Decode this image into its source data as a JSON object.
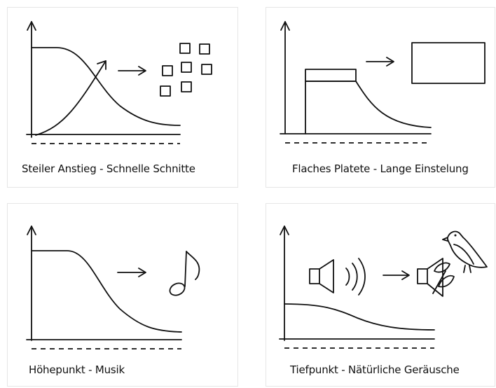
{
  "panels": [
    {
      "caption": "Steiler Anstieg - Schnelle Schnitte"
    },
    {
      "caption": "Flaches Platete - Lange Einstelung"
    },
    {
      "caption": "Höhepunkt - Musik"
    },
    {
      "caption": "Tiefpunkt - Nätürliche Geräusche"
    }
  ],
  "colors": {
    "ink": "#111111",
    "border": "#e6e6e6",
    "background": "#ffffff"
  },
  "icons": [
    "scattered-squares-icon",
    "wide-rectangle-icon",
    "music-note-icon",
    "speaker-sound-icon",
    "speaker-leaf-icon",
    "bird-icon"
  ]
}
